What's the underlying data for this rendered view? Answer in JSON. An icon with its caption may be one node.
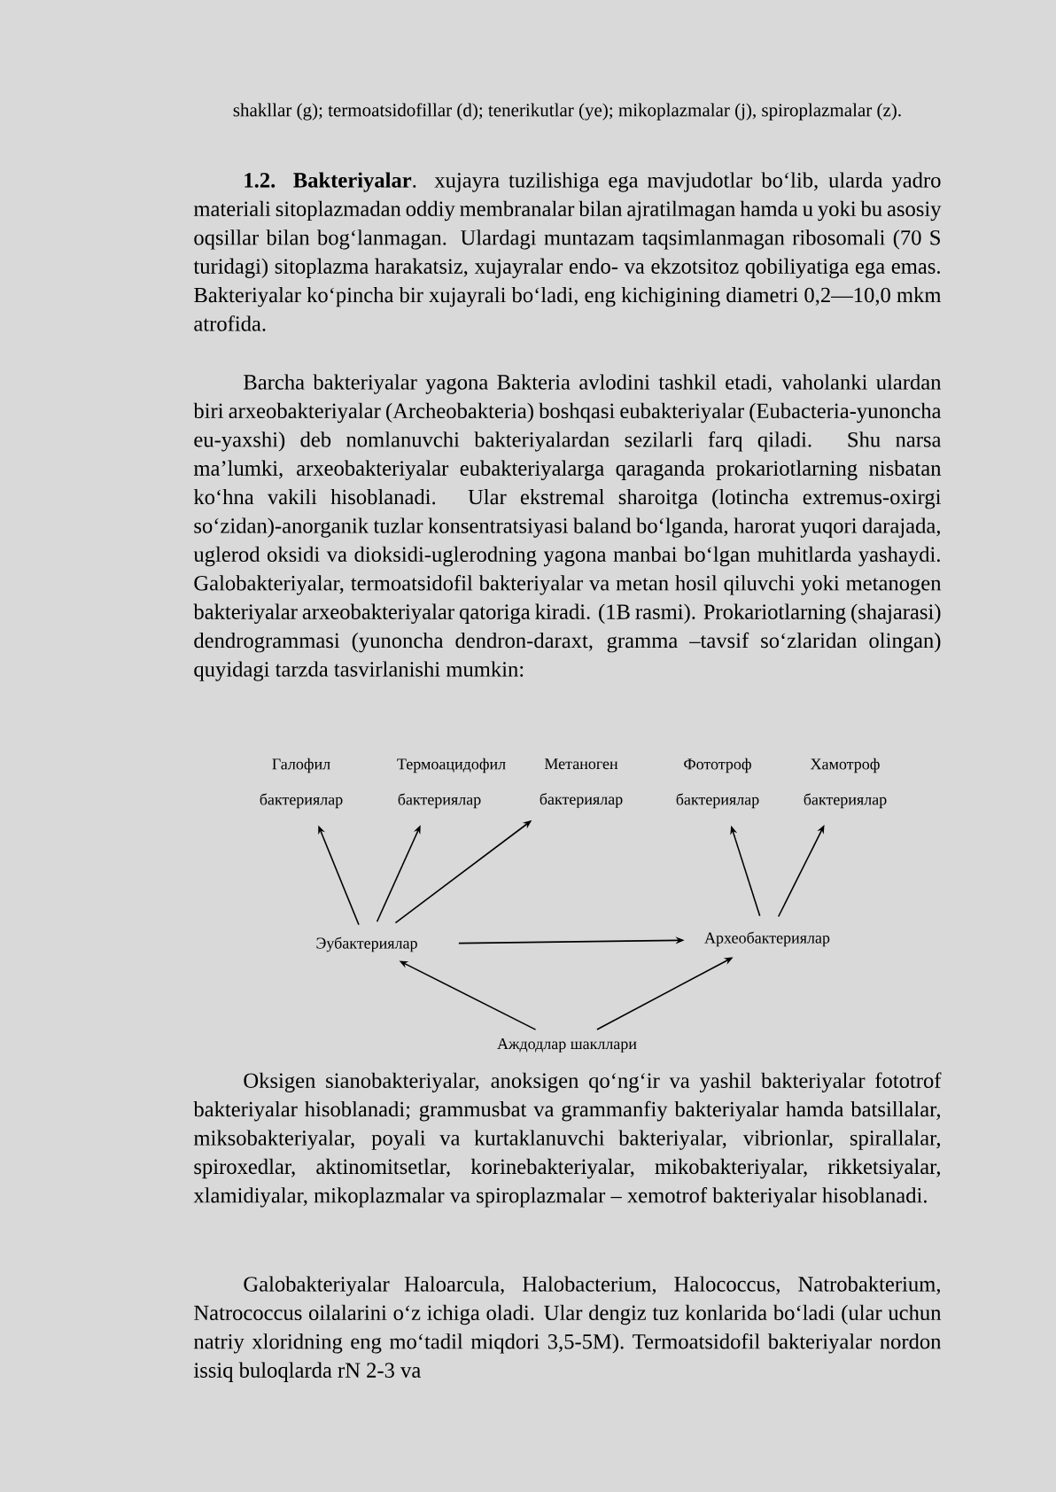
{
  "diagram": {
    "nodes": [
      {
        "text": [
          "Галофил бактериялар"
        ]
      },
      {
        "text": [
          "Термоацидофил бактериялар"
        ]
      },
      {
        "text": [
          "Метаноген бактериялар"
        ]
      },
      {
        "text": [
          "Фототроф бактериялар"
        ]
      },
      {
        "text": [
          "Хамотроф бактериялар"
        ]
      },
      {
        "text": [
          "Эубактериялар"
        ]
      },
      {
        "text": [
          "Археобактериялар"
        ]
      },
      {
        "text": [
          "Аждодлар шакллари"
        ]
      }
    ],
    "edges": [
      {
        "from": 5,
        "to": 0,
        "arrow": "to"
      },
      {
        "from": 5,
        "to": 1,
        "arrow": "to"
      },
      {
        "from": 5,
        "to": 2,
        "arrow": "to"
      },
      {
        "from": 5,
        "to": 6,
        "arrow": "to"
      },
      {
        "from": 6,
        "to": 3,
        "arrow": "to"
      },
      {
        "from": 6,
        "to": 4,
        "arrow": "to"
      },
      {
        "from": 7,
        "to": 5,
        "arrow": "to"
      },
      {
        "from": 7,
        "to": 6,
        "arrow": "to"
      }
    ],
    "labels": [
      "shakllar (g); termoatsidofillar (d); tenerikutlar (ye); mikoplazmalar (j), spiroplazmalar (z).",
      "**1.2. Bakteriyalar**. xujayra tuzilishiga ega mavjudotlar bo‘lib, ularda yadro materiali sitoplazmadan oddiy membranalar bilan ajratilmagan hamda u yoki bu asosiy oqsillar bilan bog‘lanmagan. Ulardagi muntazam taqsimlanmagan ribosomali (70 S turidagi) sitoplazma harakatsiz, xujayralar endo- va ekzotsitoz qobiliyatiga ega emas. Bakteriyalar ko‘pincha bir xujayrali bo‘ladi, eng kichigining diametri 0,2—10,0 mkm atrofida.",
      "Barcha bakteriyalar yagona Bakteria avlodini tashkil etadi, vaholanki ulardan biri arxeobakteriyalar (Archeobakteria) boshqasi eubakteriyalar (Eubacteria-yunoncha eu-yaxshi) deb nomlanuvchi bakteriyalardan sezilarli farq qiladi. Shu narsa ma’lumki, arxeobakteriyalar eubakteriyalarga qaraganda prokariotlarning nisbatan ko‘hna vakili hisoblanadi. Ular ekstremal sharoitga (lotincha extremus-oxirgi so‘zidan)-anorganik tuzlar konsentratsiyasi baland bo‘lganda, harorat yuqori darajada, uglerod oksidi va dioksidi-uglerodning yagona manbai bo‘lgan muhitlarda yashaydi. Galobakteriyalar, termoatsidofil bakteriyalar va metan hosil qiluvchi yoki metanogen bakteriyalar arxeobakteriyalar qatoriga kiradi. (1B rasmi). Prokariotlarning (shajarasi) dendrogrammasi (yunoncha dendron-daraxt, gramma –tavsif so‘zlaridan olingan) quyidagi tarzda tasvirlanishi mumkin:",
      "Oksigen sianobakteriyalar, anoksigen qo‘ng‘ir va yashil bakteriyalar fototrof bakteriyalar hisoblanadi; grammusbat va grammanfiy bakteriyalar hamda batsillalar, miksobakteriyalar, poyali va kurtaklanuvchi bakteriyalar, vibrionlar, spirallalar, spiroxedlar, aktinomitsetlar, korinebakteriyalar, mikobakteriyalar, rikketsiyalar, xlamidiyalar, mikoplazmalar va spiroplazmalar – xemotrof bakteriyalar hisoblanadi.",
      "Galobakteriyalar Haloarcula, Halobacterium, Halococcus, Natrobakterium, Natrococcus oilalarini o‘z ichiga oladi. Ular dengiz tuz konlarida bo‘ladi (ular uchun natriy xloridning eng mo‘tadil miqdori 3,5-5M). Termoatsidofil bakteriyalar nordon issiq buloqlarda rN 2-3 va"
    ]
  }
}
